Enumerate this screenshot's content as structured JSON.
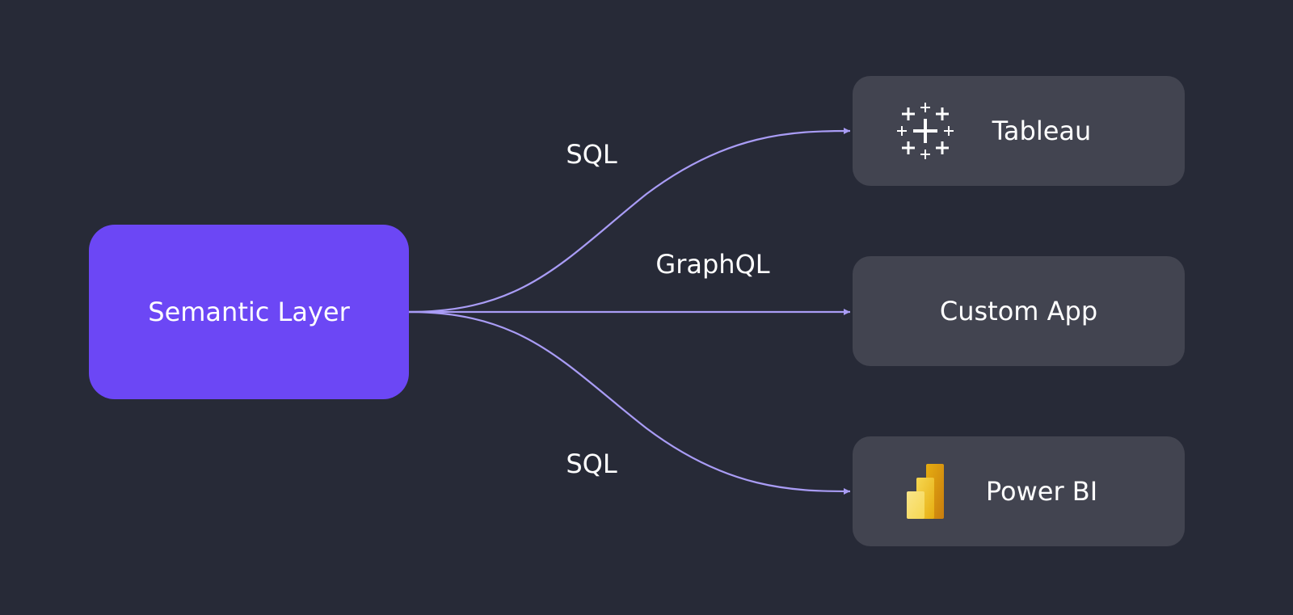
{
  "source": {
    "label": "Semantic Layer"
  },
  "targets": [
    {
      "label": "Tableau",
      "icon": "tableau-logo-icon"
    },
    {
      "label": "Custom App",
      "icon": ""
    },
    {
      "label": "Power BI",
      "icon": "power-bi-logo-icon"
    }
  ],
  "edges": [
    {
      "label": "SQL",
      "to": "Tableau"
    },
    {
      "label": "GraphQL",
      "to": "Custom App"
    },
    {
      "label": "SQL",
      "to": "Power BI"
    }
  ],
  "colors": {
    "background": "#272a37",
    "source_fill": "#6c47f5",
    "target_fill": "#424450",
    "edge": "#a99cf5",
    "text": "#ffffff",
    "powerbi_gold": "#f2c811"
  }
}
